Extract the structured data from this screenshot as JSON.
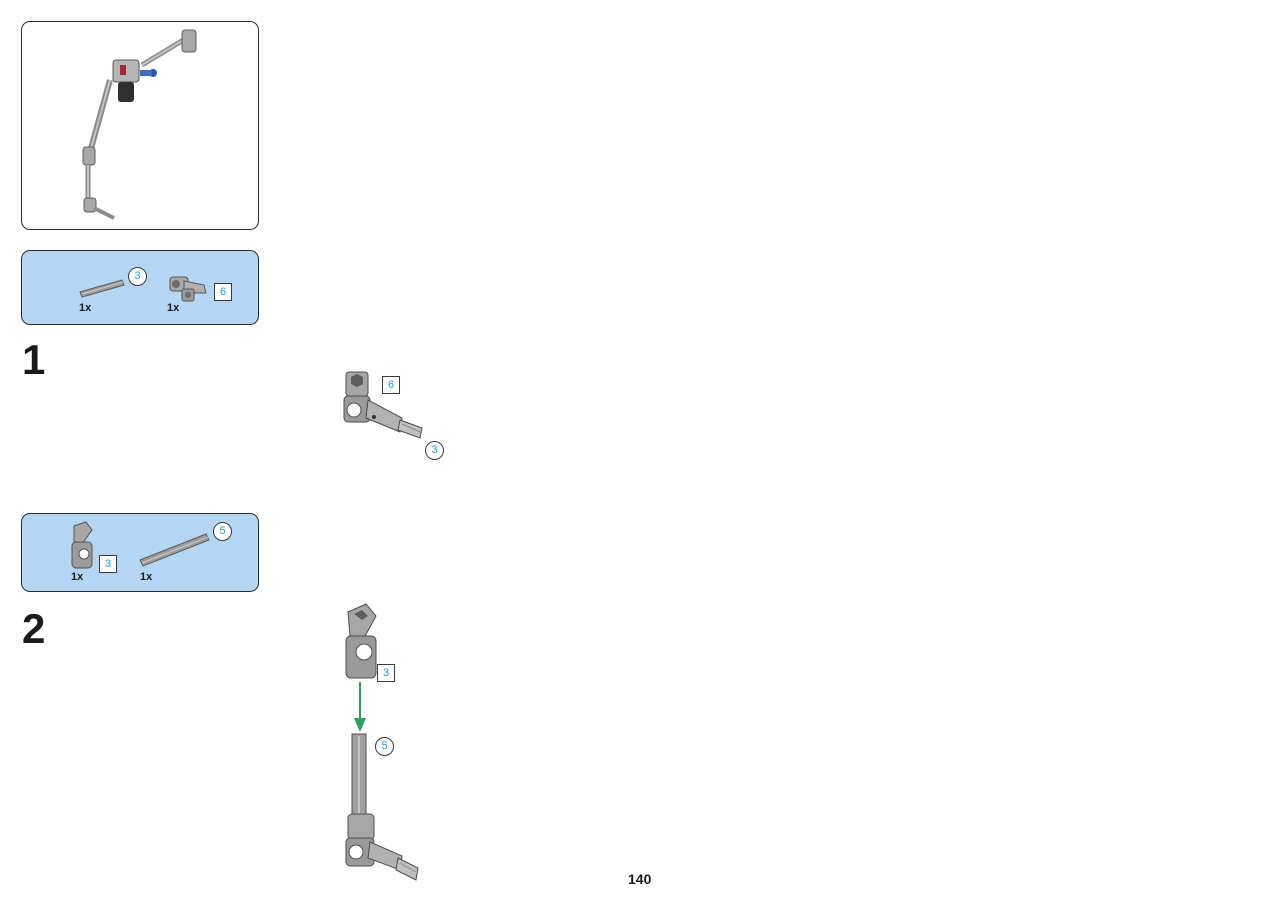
{
  "page_number": "140",
  "steps": [
    {
      "number": "1",
      "parts": [
        {
          "part": "axle",
          "quantity": "1x",
          "length": "3",
          "callout": "circle"
        },
        {
          "part": "angle-connector",
          "quantity": "1x",
          "length": "6",
          "callout": "square"
        }
      ],
      "assembly_callouts": [
        "6",
        "3"
      ]
    },
    {
      "number": "2",
      "parts": [
        {
          "part": "angle-connector",
          "quantity": "1x",
          "length": "3",
          "callout": "square"
        },
        {
          "part": "axle",
          "quantity": "1x",
          "length": "5",
          "callout": "circle"
        }
      ],
      "assembly_callouts": [
        "3",
        "5"
      ]
    }
  ],
  "colors": {
    "parts_box_bg": "#b4d6f2",
    "callout_text": "#1f9bd1",
    "arrow": "#2e9e5b",
    "part_gray": "#a3a3a3"
  }
}
